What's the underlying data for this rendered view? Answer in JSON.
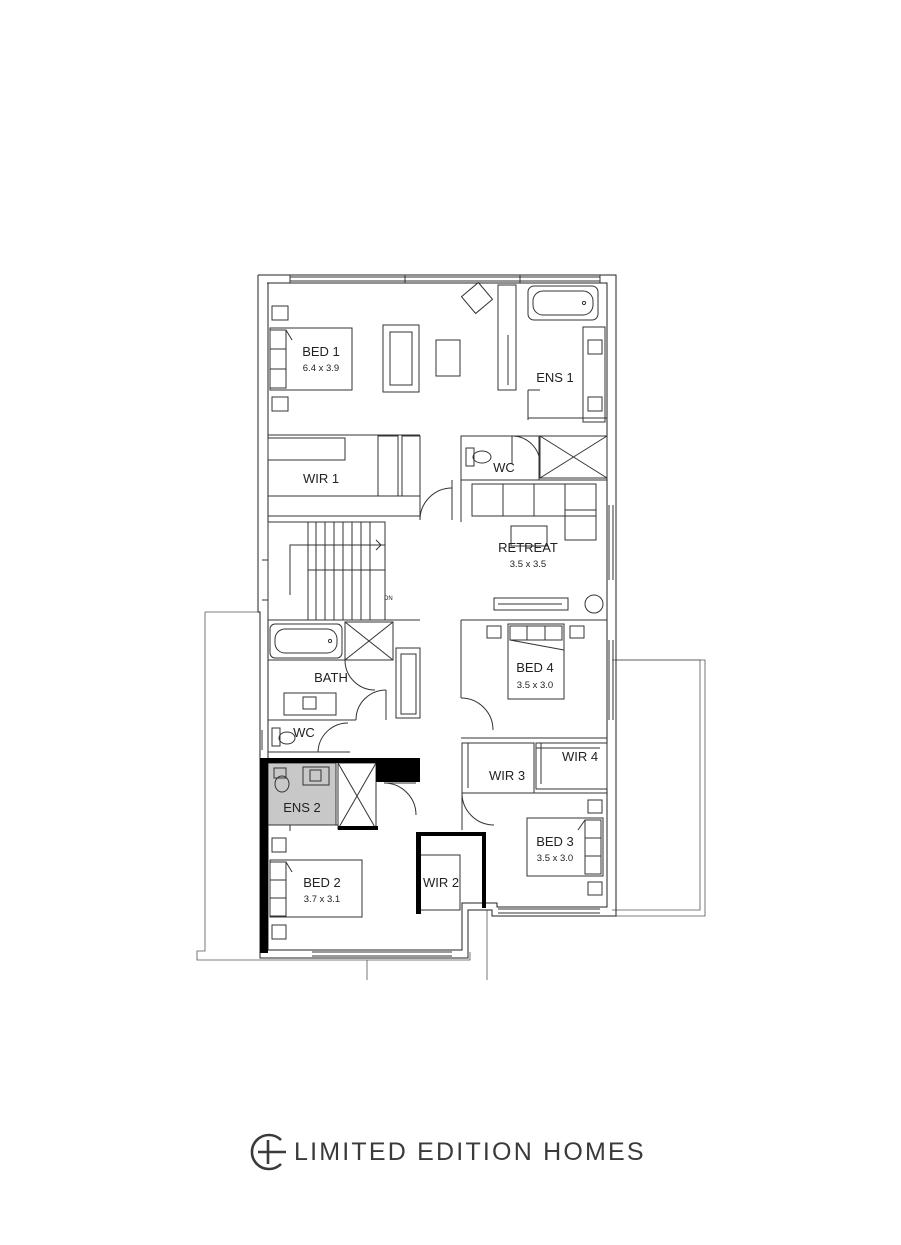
{
  "rooms": {
    "bed1": {
      "label": "BED 1",
      "dims": "6.4 x 3.9"
    },
    "ens1": {
      "label": "ENS 1"
    },
    "wir1": {
      "label": "WIR 1"
    },
    "wc1": {
      "label": "WC"
    },
    "retreat": {
      "label": "RETREAT",
      "dims": "3.5 x 3.5"
    },
    "stair": {
      "label": "DN"
    },
    "bath": {
      "label": "BATH"
    },
    "wc2": {
      "label": "WC"
    },
    "bed4": {
      "label": "BED 4",
      "dims": "3.5 x 3.0"
    },
    "wir4": {
      "label": "WIR 4"
    },
    "wir3": {
      "label": "WIR 3"
    },
    "ens2": {
      "label": "ENS 2"
    },
    "bed3": {
      "label": "BED 3",
      "dims": "3.5 x 3.0"
    },
    "bed2": {
      "label": "BED 2",
      "dims": "3.7 x 3.1"
    },
    "wir2": {
      "label": "WIR 2"
    }
  },
  "branding": {
    "name": "LIMITED EDITION HOMES",
    "logo_icon": "circle-plus-logo"
  },
  "colors": {
    "wall": "#222222",
    "thick_wall": "#000000",
    "highlight_fill": "#c8c8c8"
  }
}
